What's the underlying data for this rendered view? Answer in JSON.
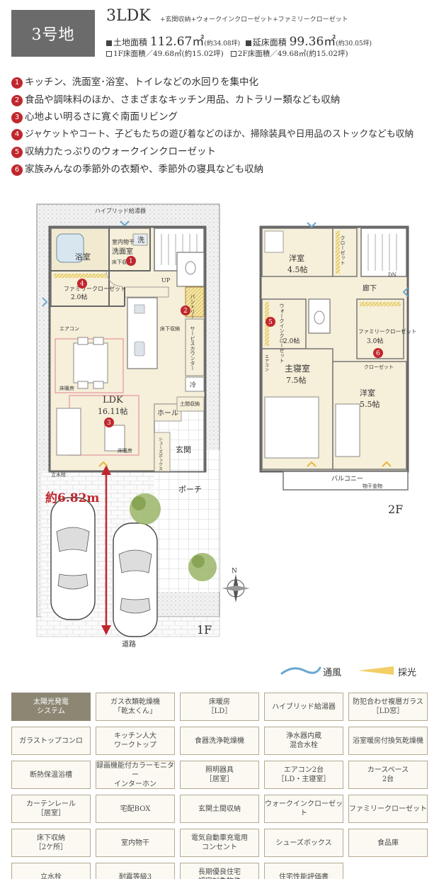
{
  "header": {
    "lot": "3号地",
    "plan_type": "3LDK",
    "plan_extra": "+玄関収納+ウォークインクローゼット+ファミリークローゼット",
    "land_label": "土地面積",
    "land_value": "112.67㎡",
    "land_tsubo": "(約34.08坪)",
    "floor_label": "延床面積",
    "floor_value": "99.36㎡",
    "floor_tsubo": "(約30.05坪)",
    "f1_area": "1F床面積／49.68㎡(約15.02坪)",
    "f2_area": "2F床面積／49.68㎡(約15.02坪)"
  },
  "features": [
    {
      "num": "1",
      "text": "キッチン、洗面室･浴室、トイレなどの水回りを集中化"
    },
    {
      "num": "2",
      "text": "食品や調味料のほか、さまざまなキッチン用品、カトラリー類なども収納"
    },
    {
      "num": "3",
      "text": "心地よい明るさに寛ぐ南面リビング"
    },
    {
      "num": "4",
      "text": "ジャケットやコート、子どもたちの遊び着などのほか、掃除装具や日用品のストックなども収納"
    },
    {
      "num": "5",
      "text": "収納力たっぷりのウォークインクローゼット"
    },
    {
      "num": "6",
      "text": "家族みんなの季節外の衣類や、季節外の寝具なども収納"
    }
  ],
  "floor1": {
    "hybrid_water_heater": "ハイブリッド給湯器",
    "bath": "浴室",
    "indoor_dryer": "室内物干",
    "washroom": "洗面室",
    "wash": "洗",
    "floor_storage": "床下収納",
    "family_closet": "ファミリークローゼット",
    "family_closet_size": "2.0帖",
    "up": "UP",
    "pantry": "パントリー",
    "floor_storage2": "床下収納",
    "service_counter": "サービスカウンター",
    "aircon": "エアコン",
    "floor_heating_1": "床暖房",
    "floor_heating_2": "床暖房",
    "ldk": "LDK",
    "ldk_size": "16.11帖",
    "fridge": "冷",
    "doma_storage": "土間収納",
    "hall": "ホール",
    "shoebox": "シューズボックス",
    "entrance": "玄関",
    "faucet": "立水栓",
    "porch": "ポーチ",
    "distance": "約6.82m",
    "road": "道路",
    "floor_label": "1F",
    "north": "N",
    "numbers": [
      "1",
      "2",
      "3",
      "4"
    ]
  },
  "floor2": {
    "western1": "洋室",
    "western1_size": "4.5帖",
    "closet": "クローゼット",
    "dn": "DN",
    "corridor": "廊下",
    "walkin_closet": "ウォークインクローゼット",
    "walkin_size": "2.0帖",
    "family_closet": "ファミリークローゼット",
    "family_closet_size": "3.0帖",
    "aircon": "エアコン",
    "master_bedroom": "主寝室",
    "master_size": "7.5帖",
    "closet2": "クローゼット",
    "western2": "洋室",
    "western2_size": "5.5帖",
    "balcony": "バルコニー",
    "clothes_hardware": "物干金物",
    "floor_label": "2F",
    "numbers": [
      "5",
      "6"
    ]
  },
  "legend": {
    "ventilation": "通風",
    "daylight": "採光"
  },
  "equipment": [
    {
      "label": "太陽光発電\nシステム",
      "active": true
    },
    {
      "label": "ガス衣類乾燥機\n「乾太くん」",
      "active": false
    },
    {
      "label": "床暖房\n［LD］",
      "active": false
    },
    {
      "label": "ハイブリッド給湯器",
      "active": false
    },
    {
      "label": "防犯合わせ複層ガラス\n［LD窓］",
      "active": false
    },
    {
      "label": "ガラストップコンロ",
      "active": false
    },
    {
      "label": "キッチン人大\nワークトップ",
      "active": false
    },
    {
      "label": "食器洗浄乾燥機",
      "active": false
    },
    {
      "label": "浄水器内蔵\n混合水栓",
      "active": false
    },
    {
      "label": "浴室暖房付換気乾燥機",
      "active": false
    },
    {
      "label": "断熱保温浴槽",
      "active": false
    },
    {
      "label": "録画機能付カラーモニター\nインターホン",
      "active": false
    },
    {
      "label": "照明器具\n［居室］",
      "active": false
    },
    {
      "label": "エアコン2台\n［LD・主寝室］",
      "active": false
    },
    {
      "label": "カースペース\n2台",
      "active": false
    },
    {
      "label": "カーテンレール\n［居室］",
      "active": false
    },
    {
      "label": "宅配BOX",
      "active": false
    },
    {
      "label": "玄関土間収納",
      "active": false
    },
    {
      "label": "ウォークインクローゼット",
      "active": false
    },
    {
      "label": "ファミリークローゼット",
      "active": false
    },
    {
      "label": "床下収納\n［2ケ所］",
      "active": false
    },
    {
      "label": "室内物干",
      "active": false
    },
    {
      "label": "電気自動車充電用\nコンセント",
      "active": false
    },
    {
      "label": "シューズボックス",
      "active": false
    },
    {
      "label": "食品庫",
      "active": false
    },
    {
      "label": "立水栓",
      "active": false
    },
    {
      "label": "耐震等級3",
      "active": false
    },
    {
      "label": "長期優良住宅\n認定対象物件",
      "active": false
    },
    {
      "label": "住宅性能評価書",
      "active": false
    }
  ]
}
